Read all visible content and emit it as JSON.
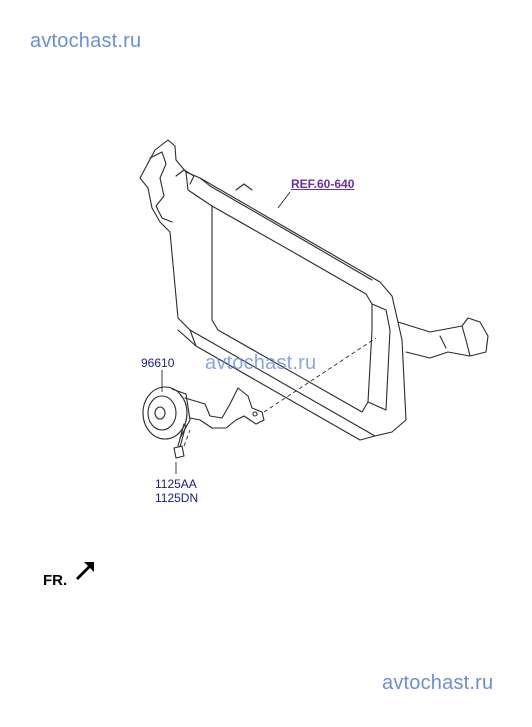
{
  "watermarks": {
    "top": "avtochast.ru",
    "middle": "avtochast.ru",
    "bottom": "avtochast.ru"
  },
  "callouts": {
    "reference": "REF.60-640",
    "horn": "96610",
    "bolt_1": "1125AA",
    "bolt_2": "1125DN"
  },
  "direction": {
    "label": "FR."
  },
  "colors": {
    "line": "#2b2b2b",
    "callout_text": "#1a1a8c",
    "reference_text": "#6b2fa3",
    "watermark": "#6a8fd6"
  }
}
